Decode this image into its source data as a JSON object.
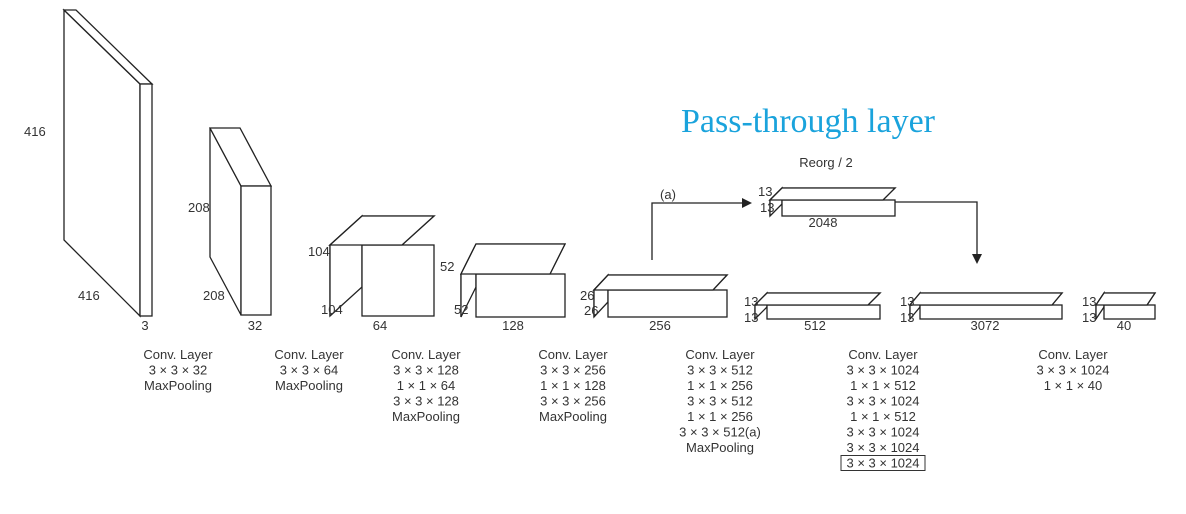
{
  "title": "Pass-through layer",
  "accent_color": "#1aa3dc",
  "reorg_label": "Reorg / 2",
  "branch_label": "(a)",
  "tensors": [
    {
      "id": "t1",
      "side": "416",
      "bottom": "416",
      "depth": "3"
    },
    {
      "id": "t2",
      "side": "208",
      "bottom": "208",
      "depth": "32"
    },
    {
      "id": "t3",
      "side": "104",
      "bottom": "104",
      "depth": "64"
    },
    {
      "id": "t4",
      "side": "52",
      "bottom": "52",
      "depth": "128"
    },
    {
      "id": "t5",
      "side": "26",
      "bottom": "26",
      "depth": "256"
    },
    {
      "id": "t6",
      "side": "13",
      "bottom": "13",
      "depth": "512"
    },
    {
      "id": "t7",
      "side": "13",
      "bottom": "13",
      "depth": "3072"
    },
    {
      "id": "t8",
      "side": "13",
      "bottom": "13",
      "depth": "40"
    },
    {
      "id": "reorg",
      "side": "13",
      "bottom": "13",
      "depth": "2048"
    }
  ],
  "captions": [
    {
      "lines": [
        "Conv. Layer",
        "3 × 3 × 32",
        "MaxPooling"
      ]
    },
    {
      "lines": [
        "Conv. Layer",
        "3 × 3 × 64",
        "MaxPooling"
      ]
    },
    {
      "lines": [
        "Conv. Layer",
        "3 × 3 × 128",
        "1 × 1 × 64",
        "3 × 3 × 128",
        "MaxPooling"
      ]
    },
    {
      "lines": [
        "Conv. Layer",
        "3 × 3 × 256",
        "1 × 1 × 128",
        "3 × 3 × 256",
        "MaxPooling"
      ]
    },
    {
      "lines": [
        "Conv. Layer",
        "3 × 3 × 512",
        "1 × 1 × 256",
        "3 × 3 × 512",
        "1 × 1 × 256",
        "3 × 3 × 512(a)",
        "MaxPooling"
      ]
    },
    {
      "lines": [
        "Conv. Layer",
        "3 × 3 × 1024",
        "1 × 1 × 512",
        "3 × 3 × 1024",
        "1 × 1 × 512",
        "3 × 3 × 1024",
        "3 × 3 × 1024",
        "3 × 3 × 1024"
      ],
      "boxed_last": true
    },
    {
      "lines": [
        "Conv. Layer",
        "3 × 3 × 1024",
        "1 × 1 × 40"
      ]
    }
  ]
}
